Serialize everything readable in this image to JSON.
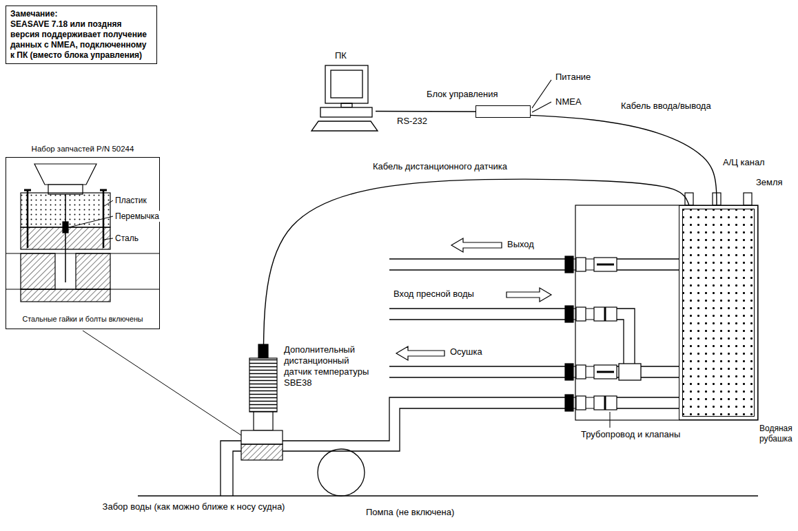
{
  "diagram": {
    "nodes": [
      {
        "text": [
          "Замечание:",
          "SEASAVE 7.18 или поздняя версия поддерживает получение данных с NMEA, подключенному к ПК (вместо блока управления)"
        ]
      },
      {
        "text": [
          "Набор запчастей P/N 50244",
          "Стальные гайки и болты включены"
        ]
      },
      {
        "text": [
          "ПК"
        ]
      },
      {
        "text": [
          "Блок управления"
        ]
      },
      {
        "text": [
          "Дополнительный дистанционный датчик температуры SBE38"
        ]
      },
      {
        "text": [
          "Водяная рубашка"
        ]
      }
    ],
    "edges": [
      {
        "from": 2,
        "to": 3,
        "label": "RS-232",
        "arrow": "none"
      },
      {
        "from": 3,
        "to": 5,
        "label": "Кабель ввода/вывода",
        "arrow": "none"
      },
      {
        "from": 4,
        "to": 5,
        "label": "Кабель дистанционного датчика",
        "arrow": "none"
      }
    ],
    "labels": [
      "Питание",
      "NMEA",
      "А/Ц канал",
      "Земля",
      "Выход",
      "Вход пресной воды",
      "Осушка",
      "Трубопровод и клапаны",
      "Пластик",
      "Перемычка",
      "Сталь",
      "Помпа (не включена)",
      "Забор воды (как можно ближе к носу судна)"
    ]
  }
}
